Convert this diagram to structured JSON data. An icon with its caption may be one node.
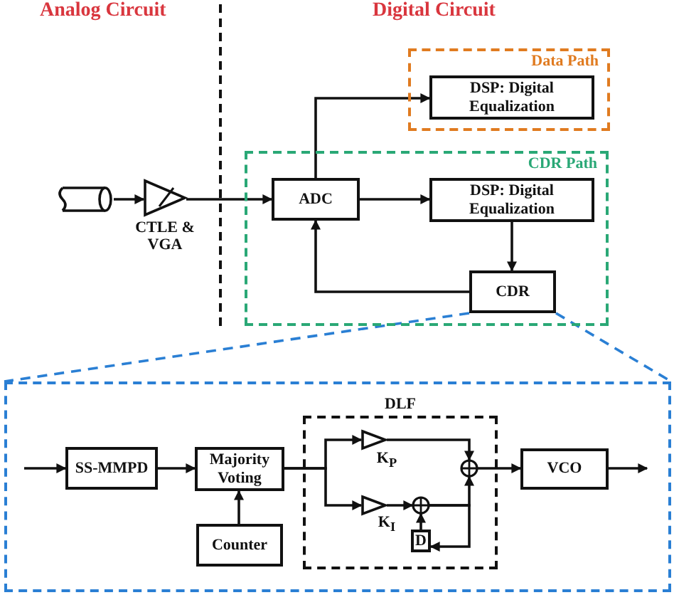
{
  "diagram": {
    "nodes": [
      {
        "text": [],
        "shape": "cylinder"
      },
      {
        "text": [],
        "shape": "triangle",
        "beside": [
          "CTLE & VGA"
        ]
      },
      {
        "text": [
          "Data Path"
        ]
      },
      {
        "text": [
          "DSP: Digital Equalization"
        ],
        "in": 2
      },
      {
        "text": [
          "CDR Path"
        ]
      },
      {
        "text": [
          "ADC"
        ],
        "in": 4
      },
      {
        "text": [
          "DSP: Digital Equalization"
        ],
        "in": 4
      },
      {
        "text": [
          "CDR"
        ],
        "in": 4
      },
      {
        "text": [],
        "shape": "box"
      },
      {
        "text": [
          "SS-MMPD"
        ],
        "in": 8
      },
      {
        "text": [
          "Majority Voting"
        ],
        "in": 8
      },
      {
        "text": [
          "Counter"
        ],
        "in": 8
      },
      {
        "text": [
          "DLF"
        ],
        "in": 8
      },
      {
        "text": [],
        "shape": "triangle",
        "in": 12,
        "beside": [
          "K$_{P}$"
        ]
      },
      {
        "text": [],
        "shape": "triangle",
        "in": 12,
        "beside": [
          "K$_{I}$"
        ]
      },
      {
        "text": [],
        "shape": "circle",
        "in": 12
      },
      {
        "text": [],
        "shape": "circle",
        "in": 12
      },
      {
        "text": [
          "D"
        ],
        "in": 12
      },
      {
        "text": [
          "VCO"
        ],
        "in": 8
      }
    ],
    "edges": [
      {
        "from": 0,
        "to": 1,
        "arrow": "to"
      },
      {
        "from": 1,
        "to": 5,
        "arrow": "to"
      },
      {
        "from": 5,
        "to": 3,
        "arrow": "to"
      },
      {
        "from": 5,
        "to": 6,
        "arrow": "to"
      },
      {
        "from": 6,
        "to": 7,
        "arrow": "to"
      },
      {
        "from": 7,
        "to": 5,
        "arrow": "to"
      },
      {
        "from": 7,
        "to": 8,
        "arrow": "none",
        "style": "dashed",
        "color": "#2a7fd4"
      },
      {
        "from": 7,
        "to": 8,
        "arrow": "none",
        "style": "dashed",
        "color": "#2a7fd4"
      },
      {
        "from": null,
        "to": 9,
        "arrow": "to"
      },
      {
        "from": 9,
        "to": 10,
        "arrow": "to"
      },
      {
        "from": 11,
        "to": 10,
        "arrow": "to"
      },
      {
        "from": 10,
        "to": 13,
        "arrow": "to"
      },
      {
        "from": 10,
        "to": 14,
        "arrow": "to"
      },
      {
        "from": 13,
        "to": 15,
        "arrow": "to"
      },
      {
        "from": 14,
        "to": 16,
        "arrow": "to"
      },
      {
        "from": 16,
        "to": 15,
        "arrow": "to"
      },
      {
        "from": 16,
        "to": 17,
        "arrow": "to"
      },
      {
        "from": 17,
        "to": 16,
        "arrow": "to"
      },
      {
        "from": 15,
        "to": 18,
        "arrow": "to"
      },
      {
        "from": 18,
        "to": null,
        "arrow": "to"
      }
    ],
    "labels": [
      "Analog Circuit",
      "Digital Circuit"
    ]
  }
}
